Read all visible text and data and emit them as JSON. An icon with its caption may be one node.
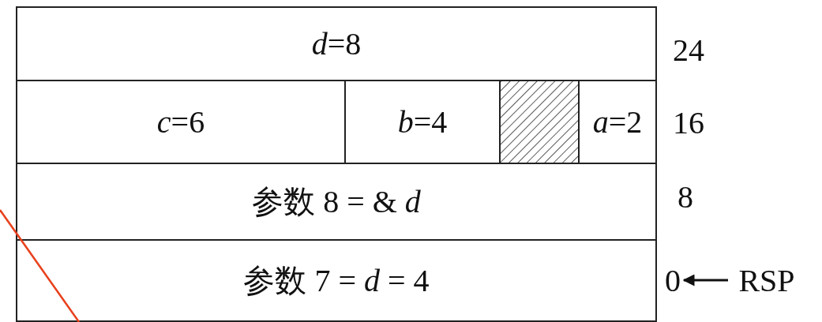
{
  "diagram": {
    "nodes": [
      {
        "text": [
          "*d*=8"
        ]
      },
      {
        "text": [
          "*c*=6"
        ]
      },
      {
        "text": [
          "*b*=4"
        ]
      },
      {
        "text": [],
        "shape": "box"
      },
      {
        "text": [
          "*a*=2"
        ]
      },
      {
        "text": [
          "参数 8 = & *d*"
        ]
      },
      {
        "text": [
          "参数 7 = *d* = 4"
        ]
      },
      {
        "text": [
          "0"
        ]
      },
      {
        "text": [
          "RSP"
        ]
      }
    ],
    "edges": [
      {
        "from": 8,
        "to": 7,
        "arrow": "to"
      },
      {
        "from": null,
        "to": 6,
        "arrow": "none",
        "color": "#e8401c"
      }
    ],
    "labels": [
      "24",
      "16",
      "8"
    ]
  }
}
